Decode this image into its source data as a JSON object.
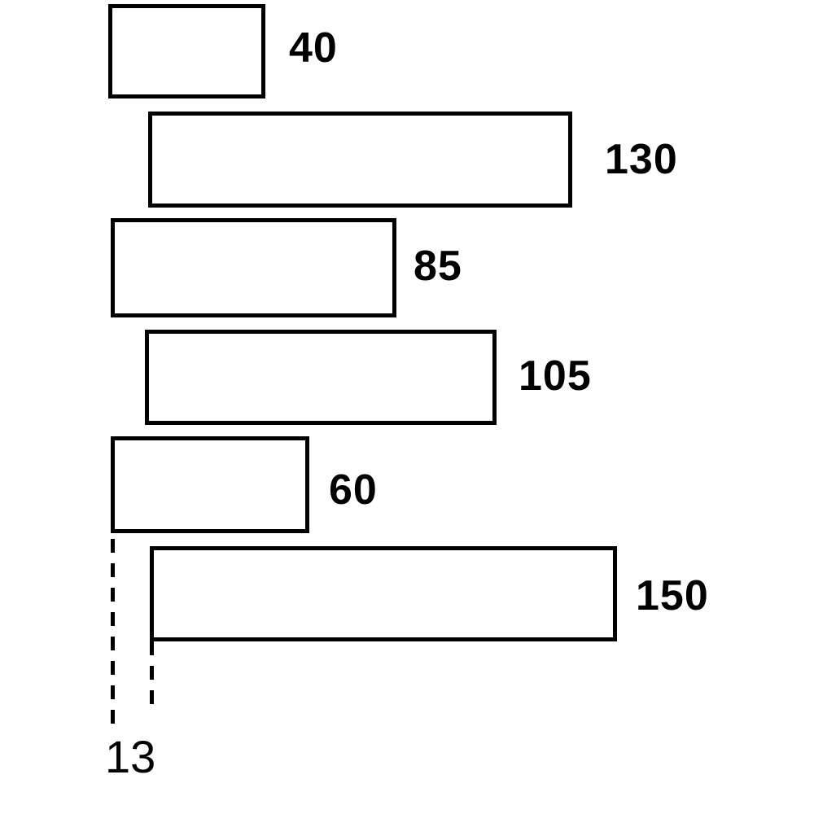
{
  "chart_data": {
    "type": "bar",
    "orientation": "horizontal",
    "title": "",
    "xlabel": "",
    "ylabel": "",
    "axes_shown": false,
    "grid": false,
    "legend": "none",
    "bars": [
      {
        "label": "40",
        "value": 40
      },
      {
        "label": "130",
        "value": 130
      },
      {
        "label": "85",
        "value": 85
      },
      {
        "label": "105",
        "value": 105
      },
      {
        "label": "60",
        "value": 60
      },
      {
        "label": "150",
        "value": 150
      }
    ],
    "annotation": {
      "label": "13",
      "value": 13,
      "meaning": "gap between the two dashed vertical lines dropped from the left edges of the 60-bar and the 150-bar"
    },
    "style": {
      "bar_fill": "#ffffff",
      "bar_border": "#000000",
      "background": "#ffffff",
      "text_color": "#000000"
    }
  }
}
